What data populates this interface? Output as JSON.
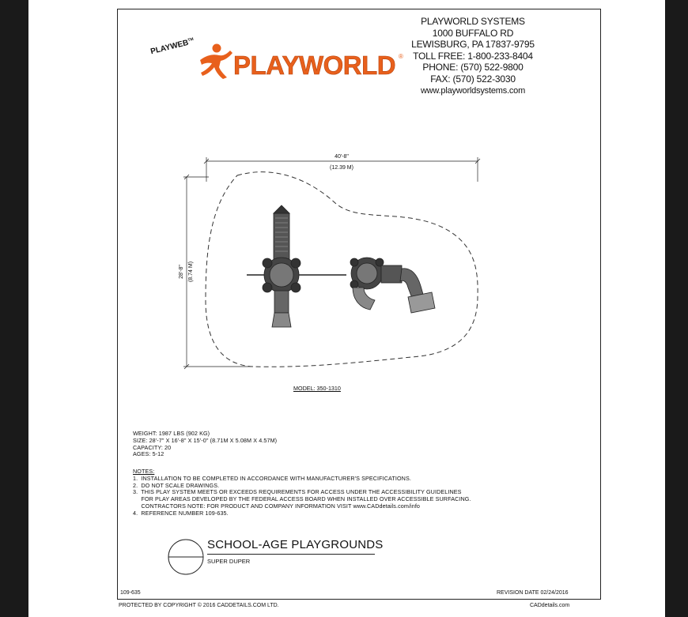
{
  "company": {
    "name": "PLAYWORLD SYSTEMS",
    "street": "1000 BUFFALO RD",
    "city": "LEWISBURG, PA 17837-9795",
    "toll_free": "TOLL FREE: 1-800-233-8404",
    "phone": "PHONE: (570) 522-9800",
    "fax": "FAX: (570) 522-3030",
    "website": "www.playworldsystems.com"
  },
  "logo": {
    "tag": "PLAYWEB",
    "tag_mark": "TM",
    "wordmark": "PLAYWORLD",
    "registered": "®",
    "color": "#e8601c"
  },
  "drawing": {
    "width_dim": "40'-8\"",
    "width_dim_metric": "(12.39 M)",
    "height_dim": "28'-8\"",
    "height_dim_metric": "(8.74 M)",
    "model": "MODEL: 350-1310"
  },
  "specs": {
    "weight": "WEIGHT: 1987 LBS (902 KG)",
    "size": "SIZE: 28'-7\" X 16'-8\" X 15'-0\" (8.71M X 5.08M X 4.57M)",
    "capacity": "CAPACITY: 20",
    "ages": "AGES: 5-12"
  },
  "notes": {
    "title": "NOTES:",
    "items": [
      "1.  INSTALLATION TO BE COMPLETED IN ACCORDANCE WITH MANUFACTURER'S SPECIFICATIONS.",
      "2.  DO NOT SCALE DRAWINGS.",
      "3.  THIS PLAY SYSTEM MEETS OR EXCEEDS REQUIREMENTS FOR ACCESS UNDER THE ACCESSIBILITY GUIDELINES",
      "     FOR PLAY AREAS DEVELOPED BY THE FEDERAL ACCESS BOARD WHEN INSTALLED OVER ACCESSIBLE SURFACING.",
      "     CONTRACTORS NOTE: FOR PRODUCT AND COMPANY INFORMATION VISIT www.CADdetails.com/info",
      "4.  REFERENCE NUMBER 109-635."
    ]
  },
  "title_block": {
    "title": "SCHOOL-AGE PLAYGROUNDS",
    "subtitle": "SUPER DUPER"
  },
  "footer": {
    "ref_number": "109-635",
    "revision": "REVISION DATE 02/24/2016",
    "copyright": "PROTECTED BY COPYRIGHT © 2016 CADDETAILS.COM LTD.",
    "site": "CADdetails.com"
  }
}
